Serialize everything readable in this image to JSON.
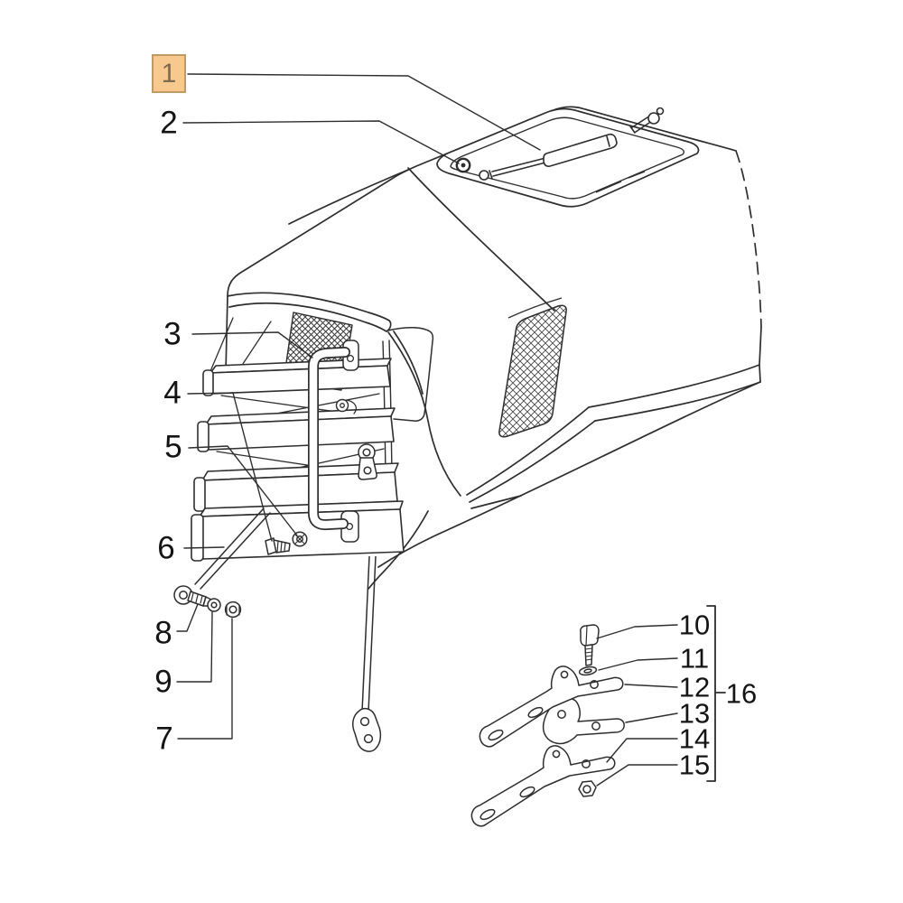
{
  "diagram": {
    "background_color": "#ffffff",
    "line_color": "#2e2e2e",
    "highlight": {
      "fill": "#f8c98f",
      "border": "#bf9a66",
      "text": "#7f6b51"
    },
    "callouts": {
      "c1": {
        "label": "1",
        "highlighted": true
      },
      "c2": {
        "label": "2"
      },
      "c3": {
        "label": "3"
      },
      "c4": {
        "label": "4"
      },
      "c5": {
        "label": "5"
      },
      "c6": {
        "label": "6"
      },
      "c7": {
        "label": "7"
      },
      "c8": {
        "label": "8"
      },
      "c9": {
        "label": "9"
      },
      "c10": {
        "label": "10"
      },
      "c11": {
        "label": "11"
      },
      "c12": {
        "label": "12"
      },
      "c13": {
        "label": "13"
      },
      "c14": {
        "label": "14"
      },
      "c15": {
        "label": "15"
      },
      "c16": {
        "label": "16",
        "group_bracket": true
      }
    }
  }
}
